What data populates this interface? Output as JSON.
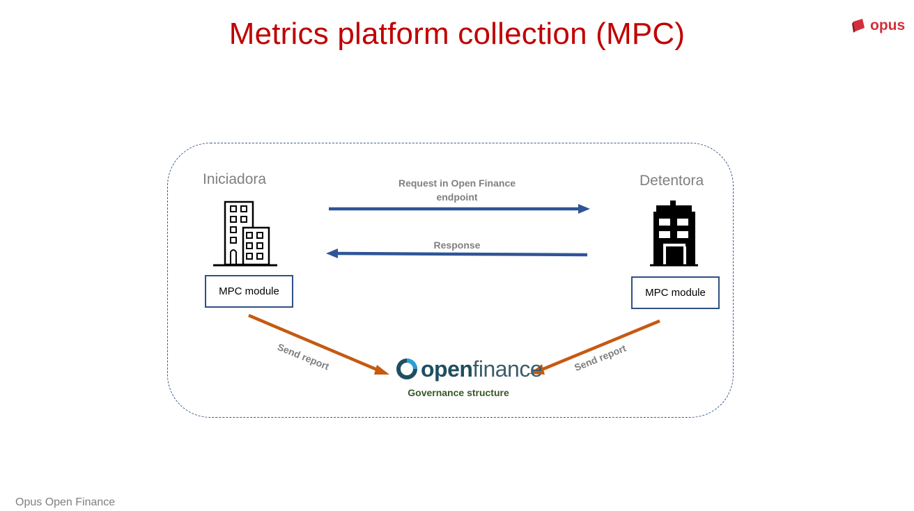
{
  "slide": {
    "title": "Metrics platform collection (MPC)",
    "footer": "Opus Open Finance"
  },
  "brand_logo": {
    "text": "opus",
    "color": "#d32f3a"
  },
  "diagram": {
    "initiator": {
      "label": "Iniciadora",
      "module_label": "MPC module",
      "icon": "office-buildings-icon"
    },
    "holder": {
      "label": "Detentora",
      "module_label": "MPC module",
      "icon": "bank-building-icon"
    },
    "request_label": "Request in Open Finance endpoint",
    "response_label": "Response",
    "send_report_left": "Send report",
    "send_report_right": "Send report",
    "governance": {
      "logo_text_open": "open",
      "logo_text_finance": "finance",
      "caption": "Governance structure"
    },
    "colors": {
      "request_arrow": "#2f5597",
      "report_arrow": "#c55a11",
      "title": "#c00000",
      "module_border": "#2f4f86"
    }
  }
}
